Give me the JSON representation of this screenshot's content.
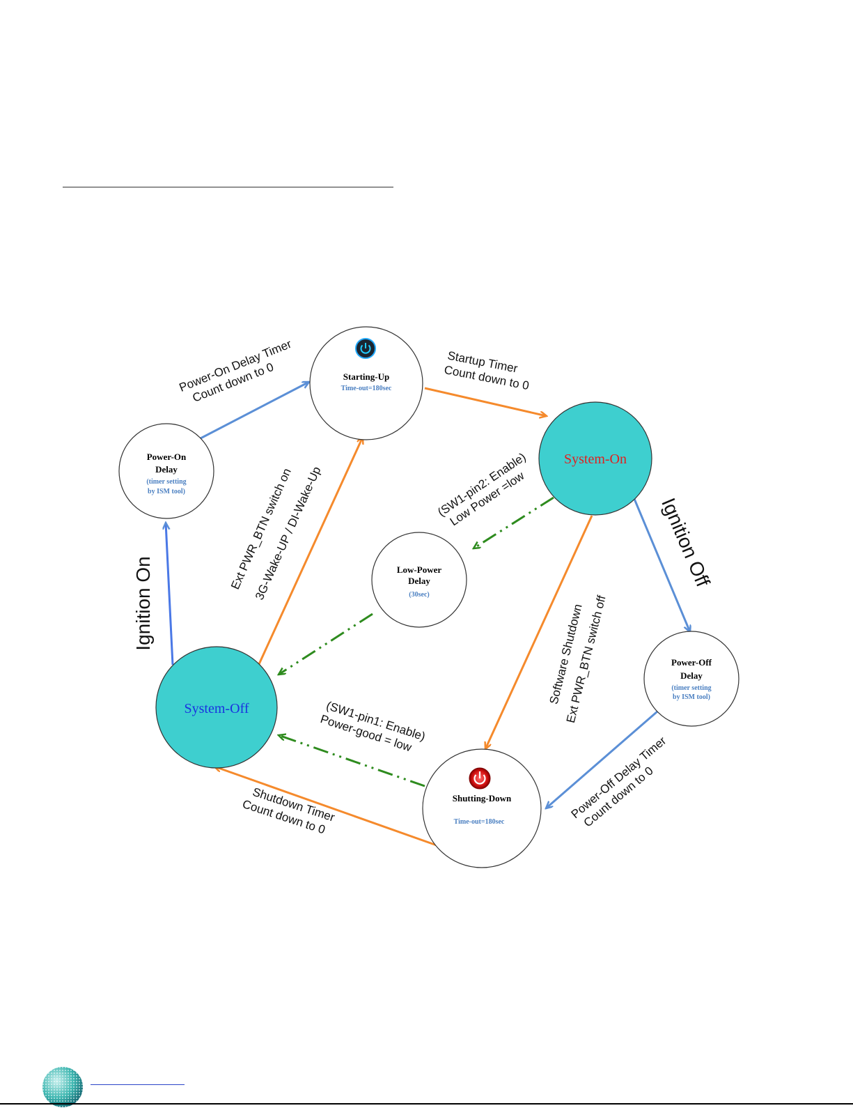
{
  "nodes": {
    "power_on_delay": {
      "title1": "Power-On",
      "title2": "Delay",
      "sub1": "(timer setting",
      "sub2": "by ISM tool)"
    },
    "starting_up": {
      "title": "Starting-Up",
      "sub": "Time-out=180sec",
      "icon": "power-icon-blue"
    },
    "system_on": {
      "title": "System-On"
    },
    "low_power_delay": {
      "title1": "Low-Power",
      "title2": "Delay",
      "sub": "(30sec)"
    },
    "power_off_delay": {
      "title1": "Power-Off",
      "title2": "Delay",
      "sub1": "(timer setting",
      "sub2": "by ISM tool)"
    },
    "shutting_down": {
      "title": "Shutting-Down",
      "sub": "Time-out=180sec",
      "icon": "power-icon-red"
    },
    "system_off": {
      "title": "System-Off"
    }
  },
  "edges": {
    "power_on_delay_timer": {
      "line1": "Power-On Delay Timer",
      "line2": "Count down to 0"
    },
    "startup_timer": {
      "line1": "Startup Timer",
      "line2": "Count down to 0"
    },
    "low_power": {
      "line1": "(SW1-pin2: Enable)",
      "line2": "Low Power =low"
    },
    "wake_up": {
      "line1": "Ext PWR_BTN  switch on",
      "line2": "3G-Wake-UP / DI-Wake-Up"
    },
    "ignition_on": "Ignition On",
    "ignition_off": "Ignition Off",
    "software_shutdown": {
      "line1": "Software Shutdown",
      "line2": "Ext PWR_BTN  switch off"
    },
    "power_good": {
      "line1": "(SW1-pin1: Enable)",
      "line2": "Power-good = low"
    },
    "shutdown_timer": {
      "line1": "Shutdown Timer",
      "line2": "Count down to 0"
    },
    "power_off_delay_timer": {
      "line1": "Power-Off Delay Timer",
      "line2": "Count down to 0"
    }
  },
  "colors": {
    "blue_edge": "#5b8fd6",
    "orange_edge": "#f58a2c",
    "green_edge": "#2e8b1e",
    "teal_fill": "#3ecfcf",
    "system_on_text": "#e02020",
    "system_off_text": "#1a33e0"
  }
}
